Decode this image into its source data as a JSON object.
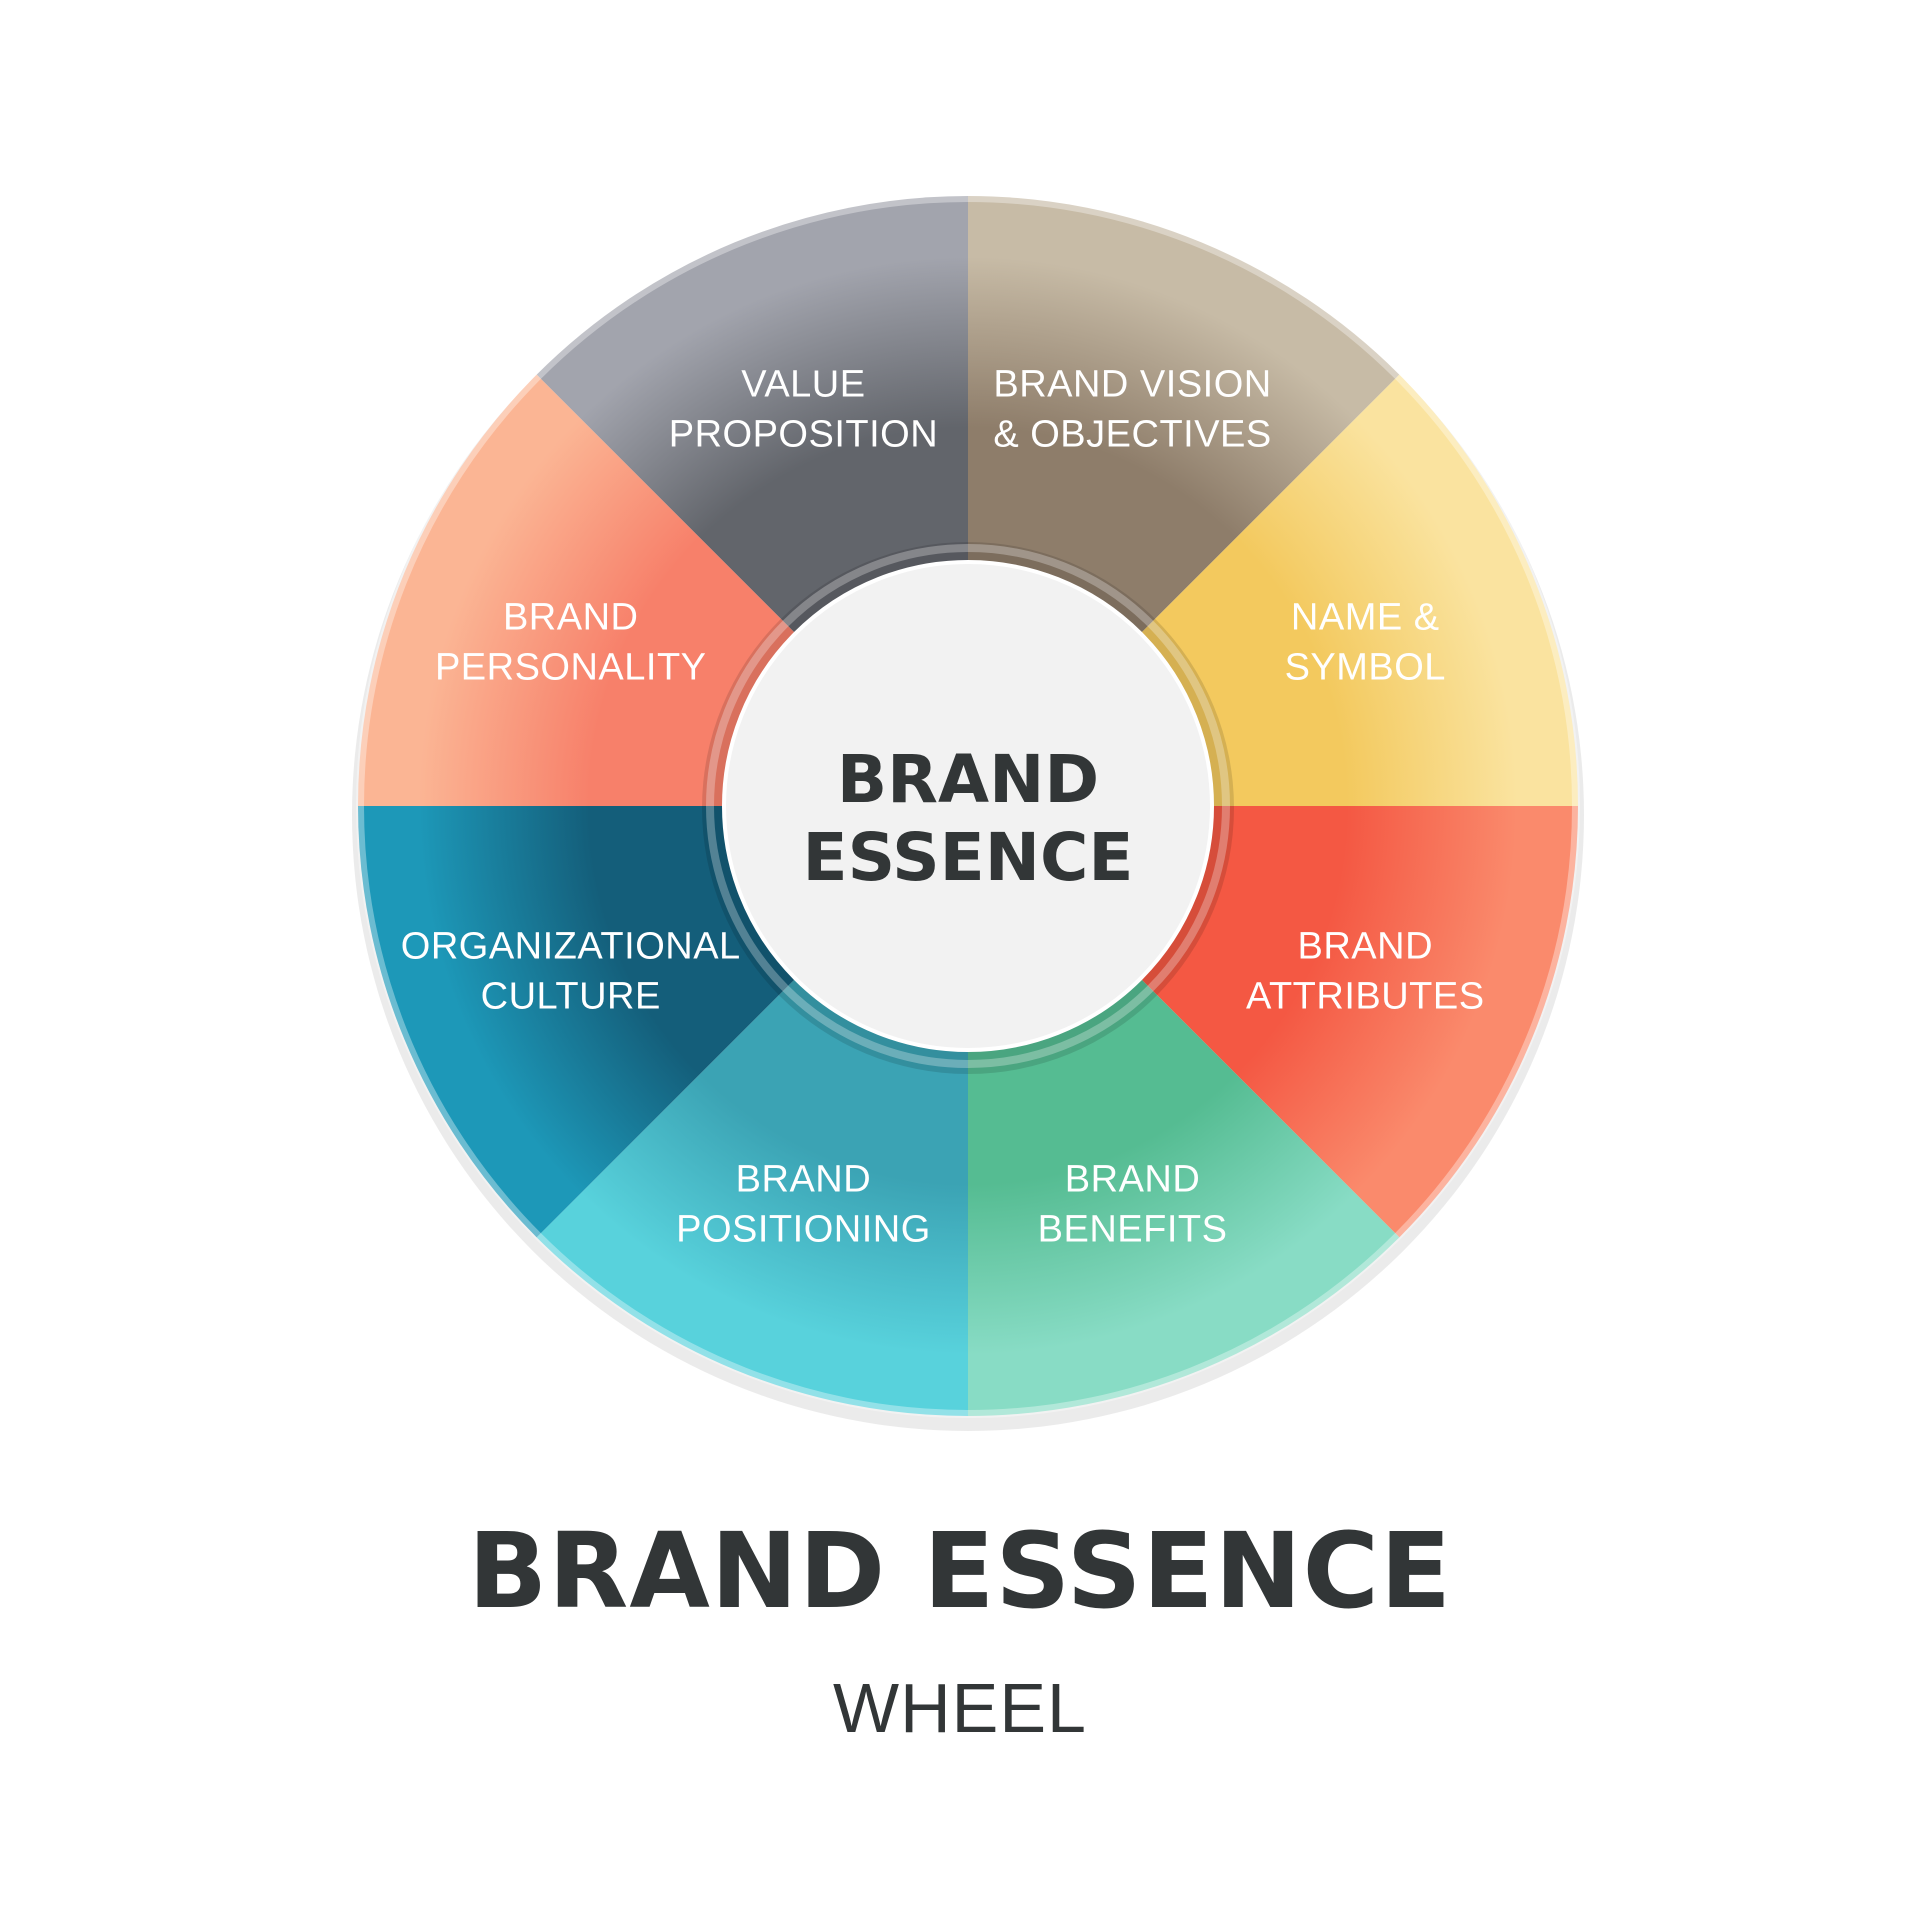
{
  "center": {
    "line1": "BRAND",
    "line2": "ESSENCE",
    "color": "#f2f2f2",
    "text_color": "#323637"
  },
  "title": {
    "main": "BRAND ESSENCE",
    "sub": "WHEEL",
    "color": "#323637"
  },
  "segments": [
    {
      "id": "value-proposition",
      "lines": [
        "VALUE",
        "PROPOSITION"
      ],
      "color_light": "#a2a4ad",
      "color_dark": "#62656b"
    },
    {
      "id": "brand-vision",
      "lines": [
        "BRAND VISION",
        "& OBJECTIVES"
      ],
      "color_light": "#c7bba6",
      "color_dark": "#8e7d6a"
    },
    {
      "id": "name-symbol",
      "lines": [
        "NAME &",
        "SYMBOL"
      ],
      "color_light": "#fae39f",
      "color_dark": "#f3c95e"
    },
    {
      "id": "brand-attributes",
      "lines": [
        "BRAND",
        "ATTRIBUTES"
      ],
      "color_light": "#fa8a6c",
      "color_dark": "#f45843"
    },
    {
      "id": "brand-benefits",
      "lines": [
        "BRAND",
        "BENEFITS"
      ],
      "color_light": "#88dcc5",
      "color_dark": "#55bc92"
    },
    {
      "id": "brand-positioning",
      "lines": [
        "BRAND",
        "POSITIONING"
      ],
      "color_light": "#58d2dc",
      "color_dark": "#3ba3b4"
    },
    {
      "id": "organizational-culture",
      "lines": [
        "ORGANIZATIONAL",
        "CULTURE"
      ],
      "color_light": "#1d98b8",
      "color_dark": "#145e7a"
    },
    {
      "id": "brand-personality",
      "lines": [
        "BRAND",
        "PERSONALITY"
      ],
      "color_light": "#fbb594",
      "color_dark": "#f7806a"
    }
  ]
}
